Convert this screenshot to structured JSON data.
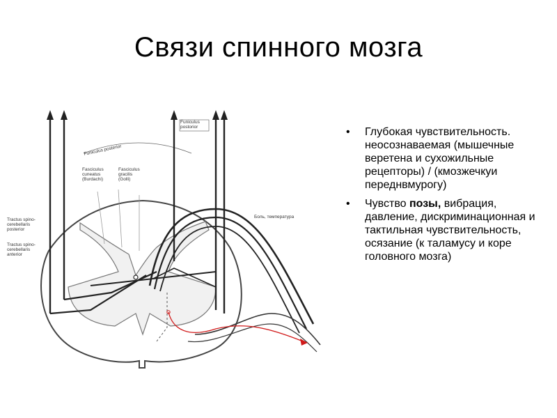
{
  "slide": {
    "title": "Связи спинного мозга"
  },
  "figure": {
    "labels": {
      "funiculus_posterior_top_line1": "Funiculus",
      "funiculus_posterior_top_line2": "postorior",
      "funiculus_posterior_mid": "Funiculus posterior",
      "fasciculus_cuneatus_line1": "Fasciculus",
      "fasciculus_cuneatus_line2": "cuneatus",
      "fasciculus_cuneatus_line3": "(Burdachi)",
      "fasciculus_gracilis_line1": "Fasciculus",
      "fasciculus_gracilis_line2": "gracilis",
      "fasciculus_gracilis_line3": "(Golli)",
      "tract_posterior_line1": "Tractus spino-",
      "tract_posterior_line2": "cerebellaris",
      "tract_posterior_line3": "posterior",
      "tract_anterior_line1": "Tractus spino-",
      "tract_anterior_line2": "cerebellaris",
      "tract_anterior_line3": "anterior",
      "pain_temperature": "Боль, температура"
    },
    "colors": {
      "line": "#222222",
      "red_fiber": "#d11a1a"
    }
  },
  "bullets": [
    {
      "text_before": "Глубокая чувствительность. неосознаваемая (мышечные веретена и сухожильные рецепторы) / (кмозжечкуи переднвмурогу)",
      "bold": "",
      "text_after": ""
    },
    {
      "text_before": " Чувство ",
      "bold": "позы,",
      "text_after": " вибрация,  давление, дискриминационная и тактильная чувствительность, осязание (к таламусу и коре головного мозга)"
    }
  ],
  "bullet_symbol": "•"
}
